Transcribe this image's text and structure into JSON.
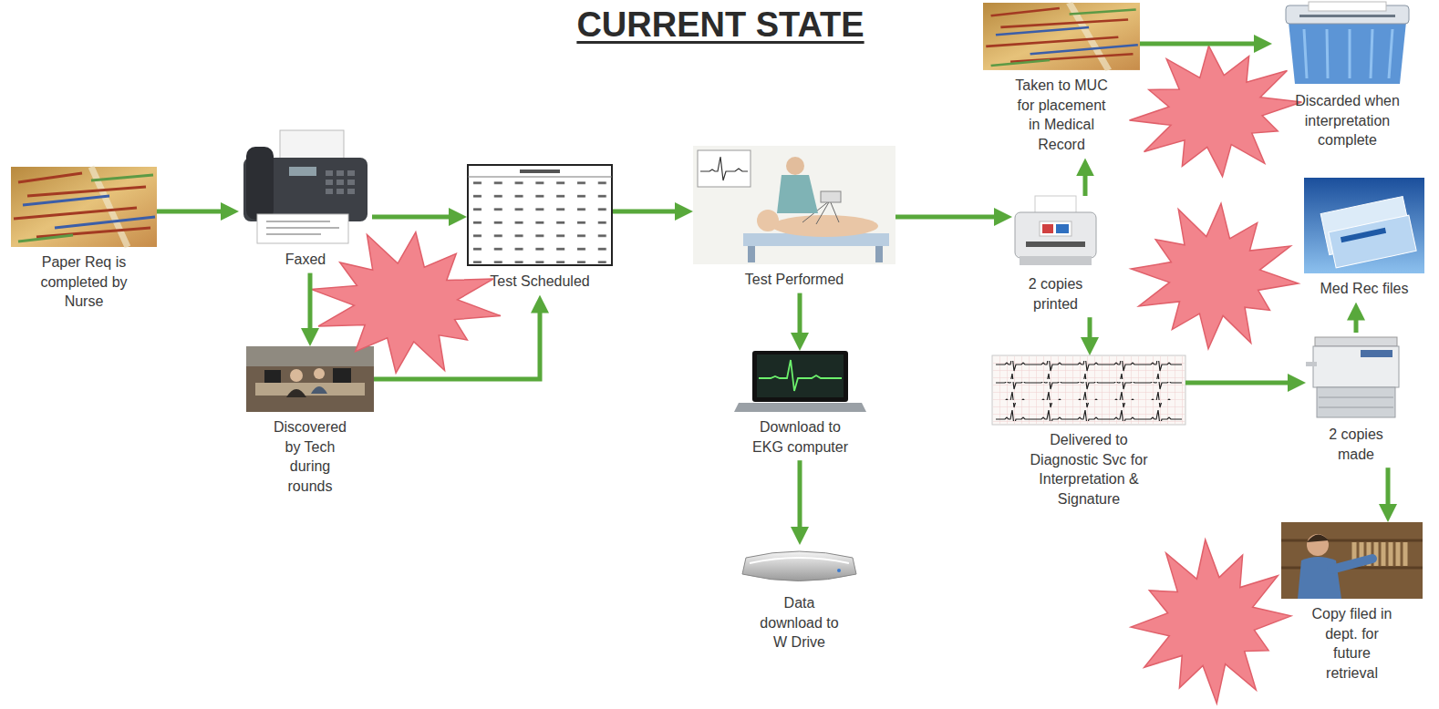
{
  "diagram": {
    "title": "CURRENT STATE",
    "nodes": [
      {
        "text": [
          "Paper Req is completed by Nurse"
        ]
      },
      {
        "text": [
          "Faxed"
        ]
      },
      {
        "text": [
          "Discovered by Tech during rounds"
        ]
      },
      {
        "text": [
          "Test Scheduled"
        ]
      },
      {
        "text": [
          "Test Performed"
        ]
      },
      {
        "text": [
          "Download to EKG computer"
        ]
      },
      {
        "text": [
          "Data download to W Drive"
        ]
      },
      {
        "text": [
          "2 copies printed"
        ]
      },
      {
        "text": [
          "Taken to MUC for placement in Medical Record"
        ]
      },
      {
        "text": [
          "Discarded when interpretation complete"
        ]
      },
      {
        "text": [
          "Delivered to Diagnostic Svc for Interpretation & Signature"
        ]
      },
      {
        "text": [
          "2 copies made"
        ]
      },
      {
        "text": [
          "Med Rec files"
        ]
      },
      {
        "text": [
          "Copy filed in dept. for future retrieval"
        ]
      }
    ],
    "edges": [
      {
        "from": 0,
        "to": 1,
        "arrow": "to"
      },
      {
        "from": 1,
        "to": 3,
        "arrow": "to"
      },
      {
        "from": 1,
        "to": 2,
        "arrow": "to"
      },
      {
        "from": 2,
        "to": 3,
        "arrow": "to"
      },
      {
        "from": 3,
        "to": 4,
        "arrow": "to"
      },
      {
        "from": 4,
        "to": 7,
        "arrow": "to"
      },
      {
        "from": 4,
        "to": 5,
        "arrow": "to"
      },
      {
        "from": 5,
        "to": 6,
        "arrow": "to"
      },
      {
        "from": 7,
        "to": 8,
        "arrow": "to"
      },
      {
        "from": 8,
        "to": 9,
        "arrow": "to"
      },
      {
        "from": 7,
        "to": 10,
        "arrow": "to"
      },
      {
        "from": 10,
        "to": 11,
        "arrow": "to"
      },
      {
        "from": 11,
        "to": 12,
        "arrow": "to"
      },
      {
        "from": 11,
        "to": 13,
        "arrow": "to"
      }
    ]
  }
}
